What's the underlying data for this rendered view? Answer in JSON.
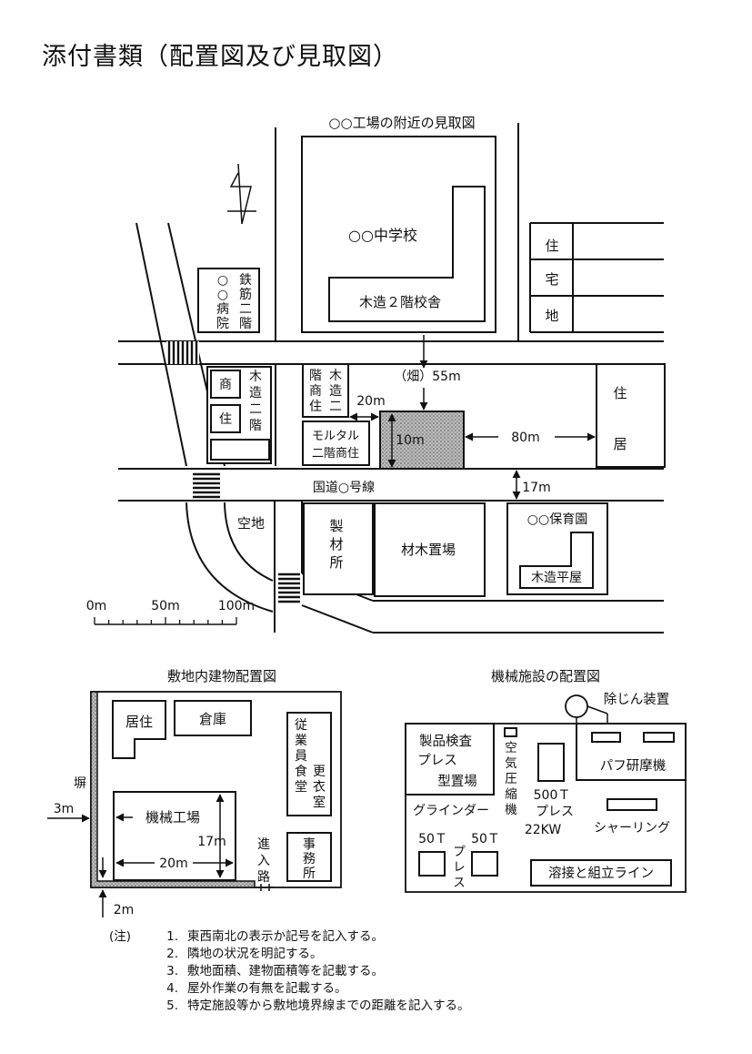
{
  "page": {
    "title": "添付書類（配置図及び見取図）"
  },
  "site_map": {
    "title": "○○工場の附近の見取図",
    "school": {
      "name": "○○中学校",
      "building": "木造２階校舎"
    },
    "hospital": {
      "name": [
        "○",
        "○",
        "病",
        "院"
      ],
      "type": [
        "鉄",
        "筋",
        "二",
        "階"
      ]
    },
    "residential_block": [
      "住",
      "宅",
      "地"
    ],
    "shop_left": {
      "a": "商",
      "b": "住",
      "type": [
        "木",
        "造",
        "二",
        "階"
      ]
    },
    "shop_mid": {
      "col1": [
        "階",
        "商",
        "住"
      ],
      "col2": [
        "木",
        "造",
        "二"
      ]
    },
    "mortar_shop": {
      "line1": "モルタル",
      "line2": "二階商住"
    },
    "field_label": "（畑）55m",
    "dist_left": "20m",
    "dist_right": "80m",
    "factory_label": "10m",
    "residence_right": [
      "住",
      "居"
    ],
    "road_name": "国道○号線",
    "dist_road": "17m",
    "vacant_lot": "空地",
    "sawmill": [
      "製",
      "材",
      "所"
    ],
    "lumber_yard": "材木置場",
    "nursery": {
      "name": "○○保育園",
      "building": "木造平屋"
    },
    "scale": {
      "labels": [
        "0m",
        "50m",
        "100m"
      ]
    }
  },
  "layout_plan": {
    "title": "敷地内建物配置図",
    "residence": "居住",
    "warehouse": "倉庫",
    "staff_col1": [
      "従",
      "業",
      "員",
      "食",
      "堂"
    ],
    "staff_col2": [
      "更",
      "衣",
      "室"
    ],
    "factory": "機械工場",
    "dim_17": "17m",
    "dim_20": "20m",
    "entry_road": [
      "進",
      "入",
      "路"
    ],
    "office": [
      "事",
      "務",
      "所"
    ],
    "fence": "塀",
    "dim_3": "3m",
    "dim_2": "2m"
  },
  "machine_plan": {
    "title": "機械施設の配置図",
    "dust_collector": "除じん装置",
    "inspection": [
      "製品検査",
      "プレス",
      "型置場"
    ],
    "compressor": [
      "空",
      "気",
      "圧",
      "縮",
      "機"
    ],
    "press500": [
      "500Ｔ",
      "プレス",
      "22KW"
    ],
    "buffing": "パフ研摩機",
    "grinder": "グラインダー",
    "shearing": "シャーリング",
    "t50a": "50Ｔ",
    "t50b": "50Ｔ",
    "press_vertical": [
      "プ",
      "レ",
      "ス"
    ],
    "welding": "溶接と組立ライン"
  },
  "notes": {
    "header": "(注)",
    "items": [
      {
        "num": "1.",
        "text": "東西南北の表示か記号を記入する。"
      },
      {
        "num": "2.",
        "text": "隣地の状況を明記する。"
      },
      {
        "num": "3.",
        "text": "敷地面積、建物面積等を記載する。"
      },
      {
        "num": "4.",
        "text": "屋外作業の有無を記載する。"
      },
      {
        "num": "5.",
        "text": "特定施設等から敷地境界線までの距離を記入する。"
      }
    ]
  }
}
